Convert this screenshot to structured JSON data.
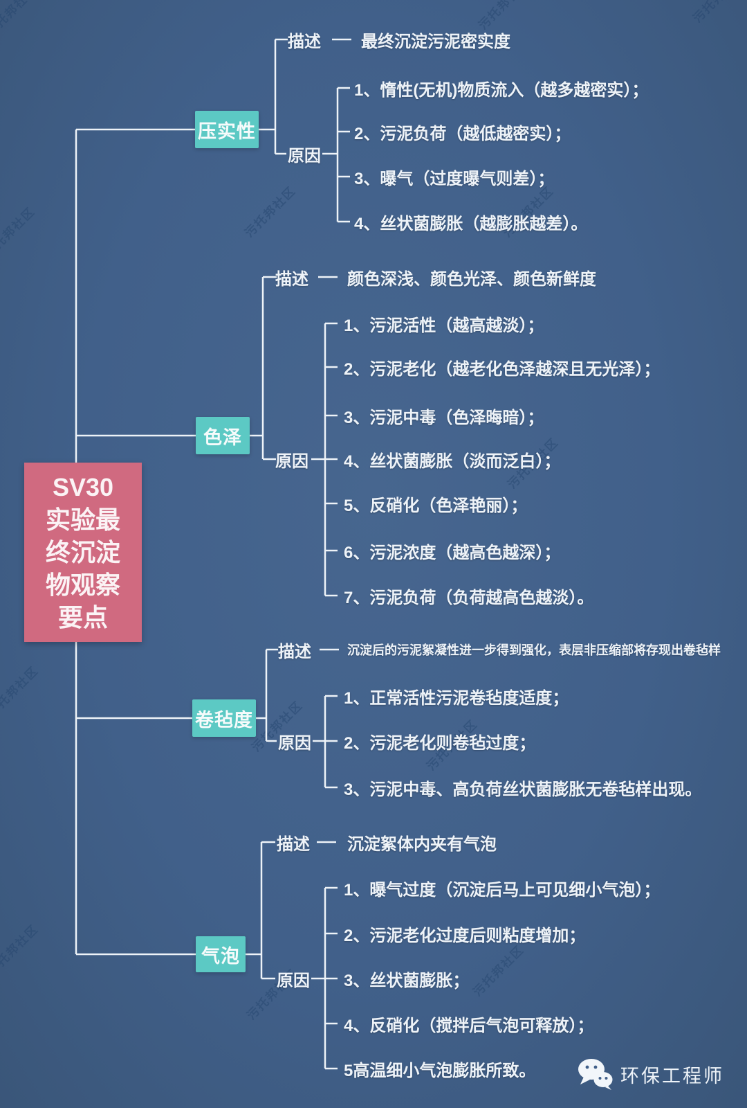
{
  "background": {
    "watermark_text": "污托邦社区"
  },
  "root": {
    "label": "SV30 实验最终沉淀物观察要点",
    "lines": [
      "SV30",
      "实验最",
      "终沉淀",
      "物观察",
      "要点"
    ]
  },
  "labels": {
    "description": "描述",
    "cause": "原因"
  },
  "branches": [
    {
      "label": "压实性",
      "description": "最终沉淀污泥密实度",
      "causes": [
        "1、惰性(无机)物质流入（越多越密实）；",
        "2、污泥负荷（越低越密实）；",
        "3、曝气（过度曝气则差）；",
        "4、丝状菌膨胀（越膨胀越差）。"
      ]
    },
    {
      "label": "色泽",
      "description": "颜色深浅、颜色光泽、颜色新鲜度",
      "causes": [
        "1、污泥活性（越高越淡）；",
        "2、污泥老化（越老化色泽越深且无光泽）；",
        "3、污泥中毒（色泽晦暗）；",
        "4、丝状菌膨胀（淡而泛白）；",
        "5、反硝化（色泽艳丽）；",
        "6、污泥浓度（越高色越深）；",
        "7、污泥负荷（负荷越高色越淡）。"
      ]
    },
    {
      "label": "卷毡度",
      "description": "沉淀后的污泥絮凝性进一步得到强化，表层非压缩部将存现出卷毡样",
      "causes": [
        "1、正常活性污泥卷毡度适度；",
        "2、污泥老化则卷毡过度；",
        "3、污泥中毒、高负荷丝状菌膨胀无卷毡样出现。"
      ]
    },
    {
      "label": "气泡",
      "description": "沉淀絮体内夹有气泡",
      "causes": [
        "1、曝气过度（沉淀后马上可见细小气泡）；",
        "2、污泥老化过度后则粘度增加；",
        "3、丝状菌膨胀；",
        "4、反硝化（搅拌后气泡可释放）；",
        "5高温细小气泡膨胀所致。"
      ]
    }
  ],
  "footer": {
    "brand": "环保工程师",
    "icon": "wechat-icon"
  },
  "colors": {
    "background": "#41608a",
    "branch": "#5cc9c4",
    "root": "#d06a80",
    "line": "#eef3f8",
    "text": "#eef3f8",
    "watermark": "#24456e"
  }
}
